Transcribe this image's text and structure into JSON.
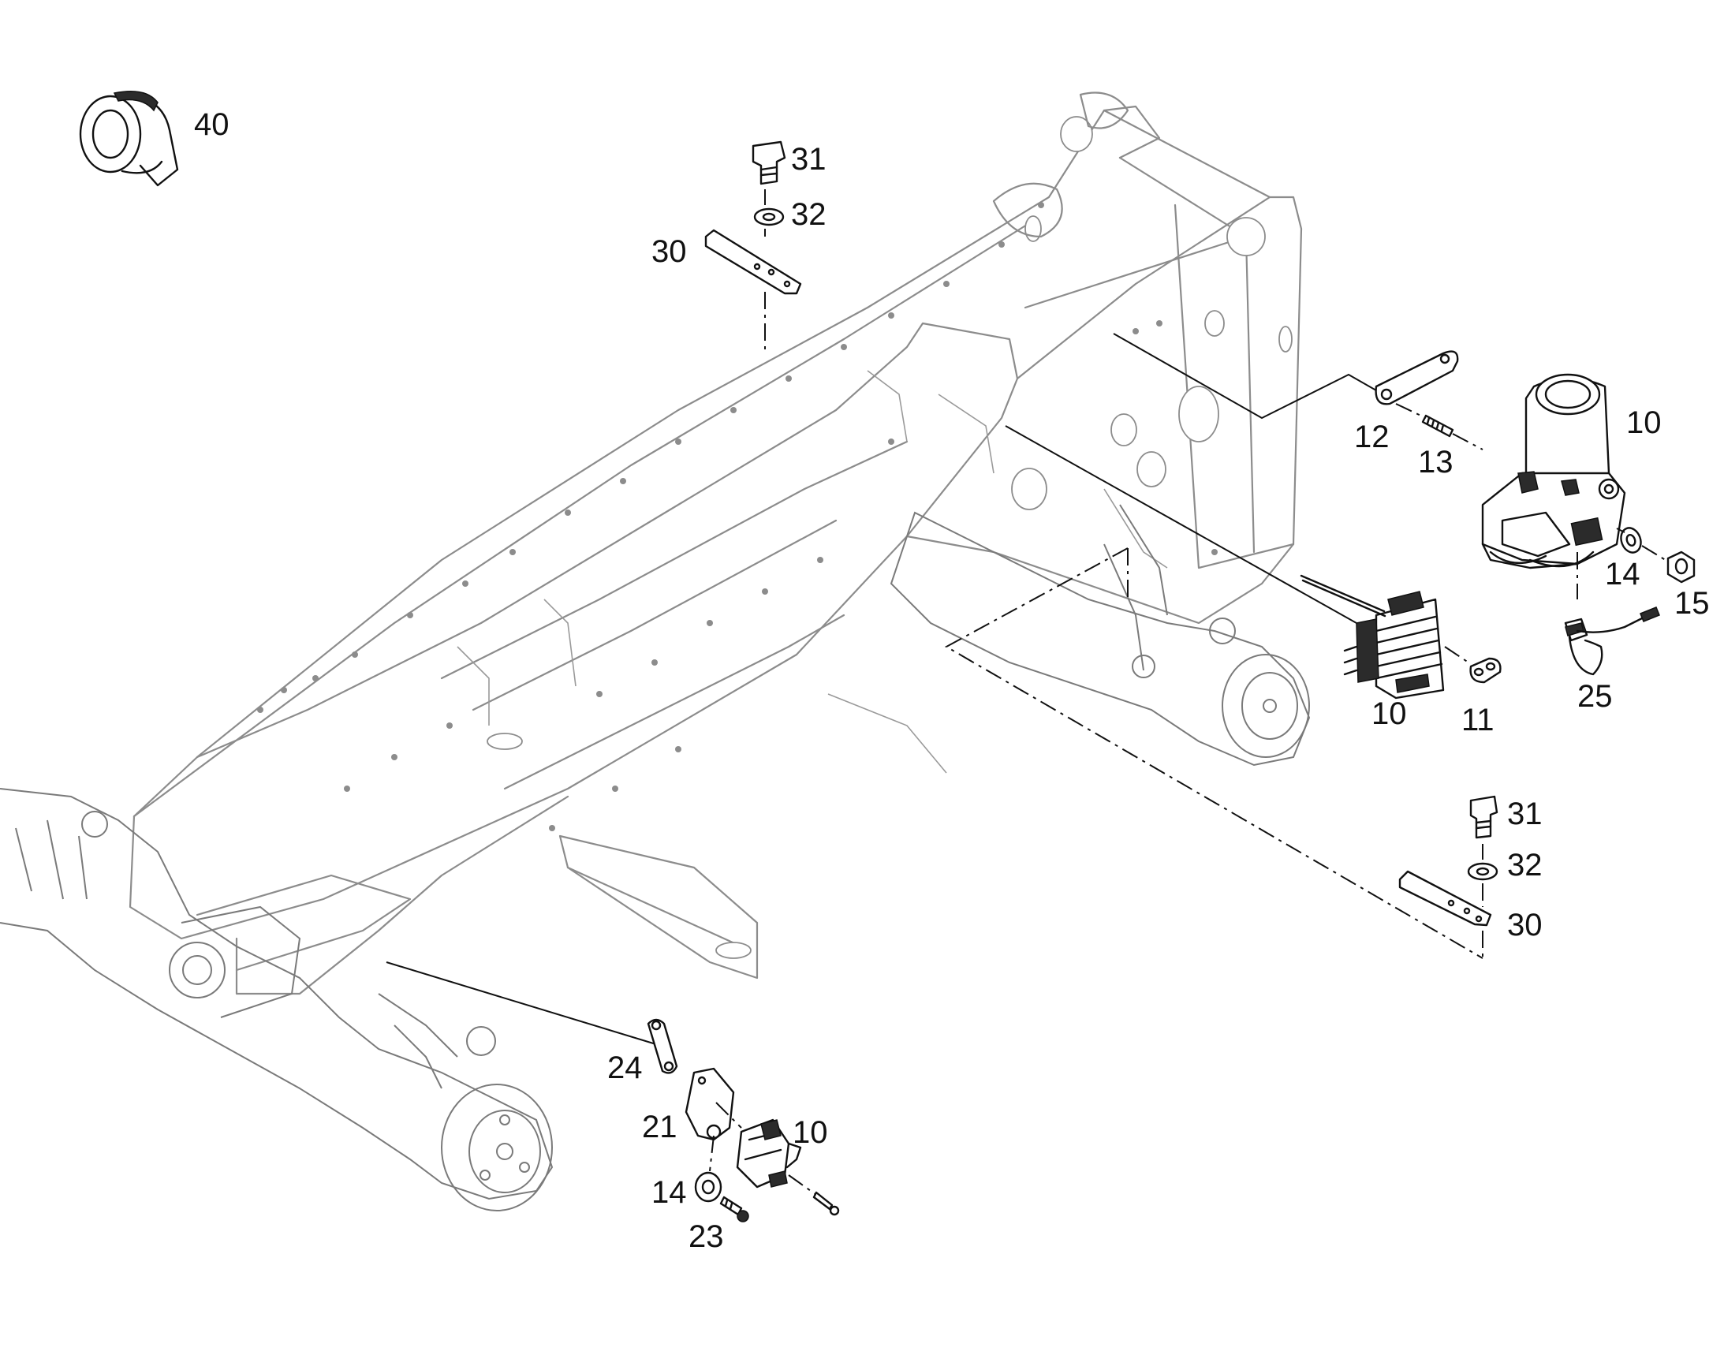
{
  "callouts": [
    {
      "id": "c40",
      "text": "40"
    },
    {
      "id": "c31a",
      "text": "31"
    },
    {
      "id": "c32a",
      "text": "32"
    },
    {
      "id": "c30a",
      "text": "30"
    },
    {
      "id": "c10a",
      "text": "10"
    },
    {
      "id": "c12",
      "text": "12"
    },
    {
      "id": "c13",
      "text": "13"
    },
    {
      "id": "c14a",
      "text": "14"
    },
    {
      "id": "c15",
      "text": "15"
    },
    {
      "id": "c10b",
      "text": "10"
    },
    {
      "id": "c11",
      "text": "11"
    },
    {
      "id": "c25",
      "text": "25"
    },
    {
      "id": "c31b",
      "text": "31"
    },
    {
      "id": "c32b",
      "text": "32"
    },
    {
      "id": "c30b",
      "text": "30"
    },
    {
      "id": "c24",
      "text": "24"
    },
    {
      "id": "c21",
      "text": "21"
    },
    {
      "id": "c10c",
      "text": "10"
    },
    {
      "id": "c14b",
      "text": "14"
    },
    {
      "id": "c23",
      "text": "23"
    }
  ]
}
